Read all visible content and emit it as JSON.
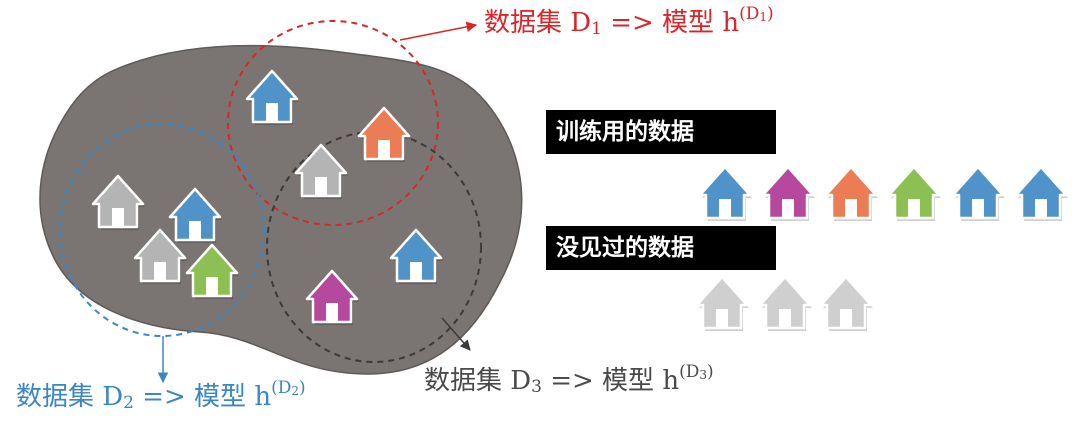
{
  "colors": {
    "blue": "#4f93c9",
    "magenta": "#b6489e",
    "orange": "#eb7c54",
    "green": "#8dc052",
    "gray": "#b4b4b4",
    "light_gray": "#cfcfcf",
    "red_circle": "#d9262a",
    "blue_circle": "#3b86c4",
    "dark_circle": "#3a3a3a",
    "blob": "#7a7573"
  },
  "captions": {
    "d1": {
      "prefix": "数据集 D",
      "sub": "1",
      "middle": " => 模型 h",
      "sup_base": "(D",
      "sup_sub": "1",
      "sup_end": ")"
    },
    "d2": {
      "prefix": "数据集 D",
      "sub": "2",
      "middle": " => 模型 h",
      "sup_base": "(D",
      "sup_sub": "2",
      "sup_end": ")"
    },
    "d3": {
      "prefix": "数据集 D",
      "sub": "3",
      "middle": " => 模型 h",
      "sup_base": "(D",
      "sup_sub": "3",
      "sup_end": ")"
    }
  },
  "labels": {
    "training_data": "训练用的数据",
    "unseen_data": "没见过的数据"
  },
  "houses": {
    "population": [
      {
        "color": "blue"
      },
      {
        "color": "orange"
      },
      {
        "color": "gray"
      },
      {
        "color": "gray"
      },
      {
        "color": "blue"
      },
      {
        "color": "gray"
      },
      {
        "color": "green"
      },
      {
        "color": "magenta"
      },
      {
        "color": "blue"
      }
    ],
    "training": [
      {
        "color": "blue"
      },
      {
        "color": "magenta"
      },
      {
        "color": "orange"
      },
      {
        "color": "green"
      },
      {
        "color": "blue"
      },
      {
        "color": "blue"
      }
    ],
    "unseen": [
      {
        "color": "light_gray"
      },
      {
        "color": "light_gray"
      },
      {
        "color": "light_gray"
      }
    ]
  }
}
